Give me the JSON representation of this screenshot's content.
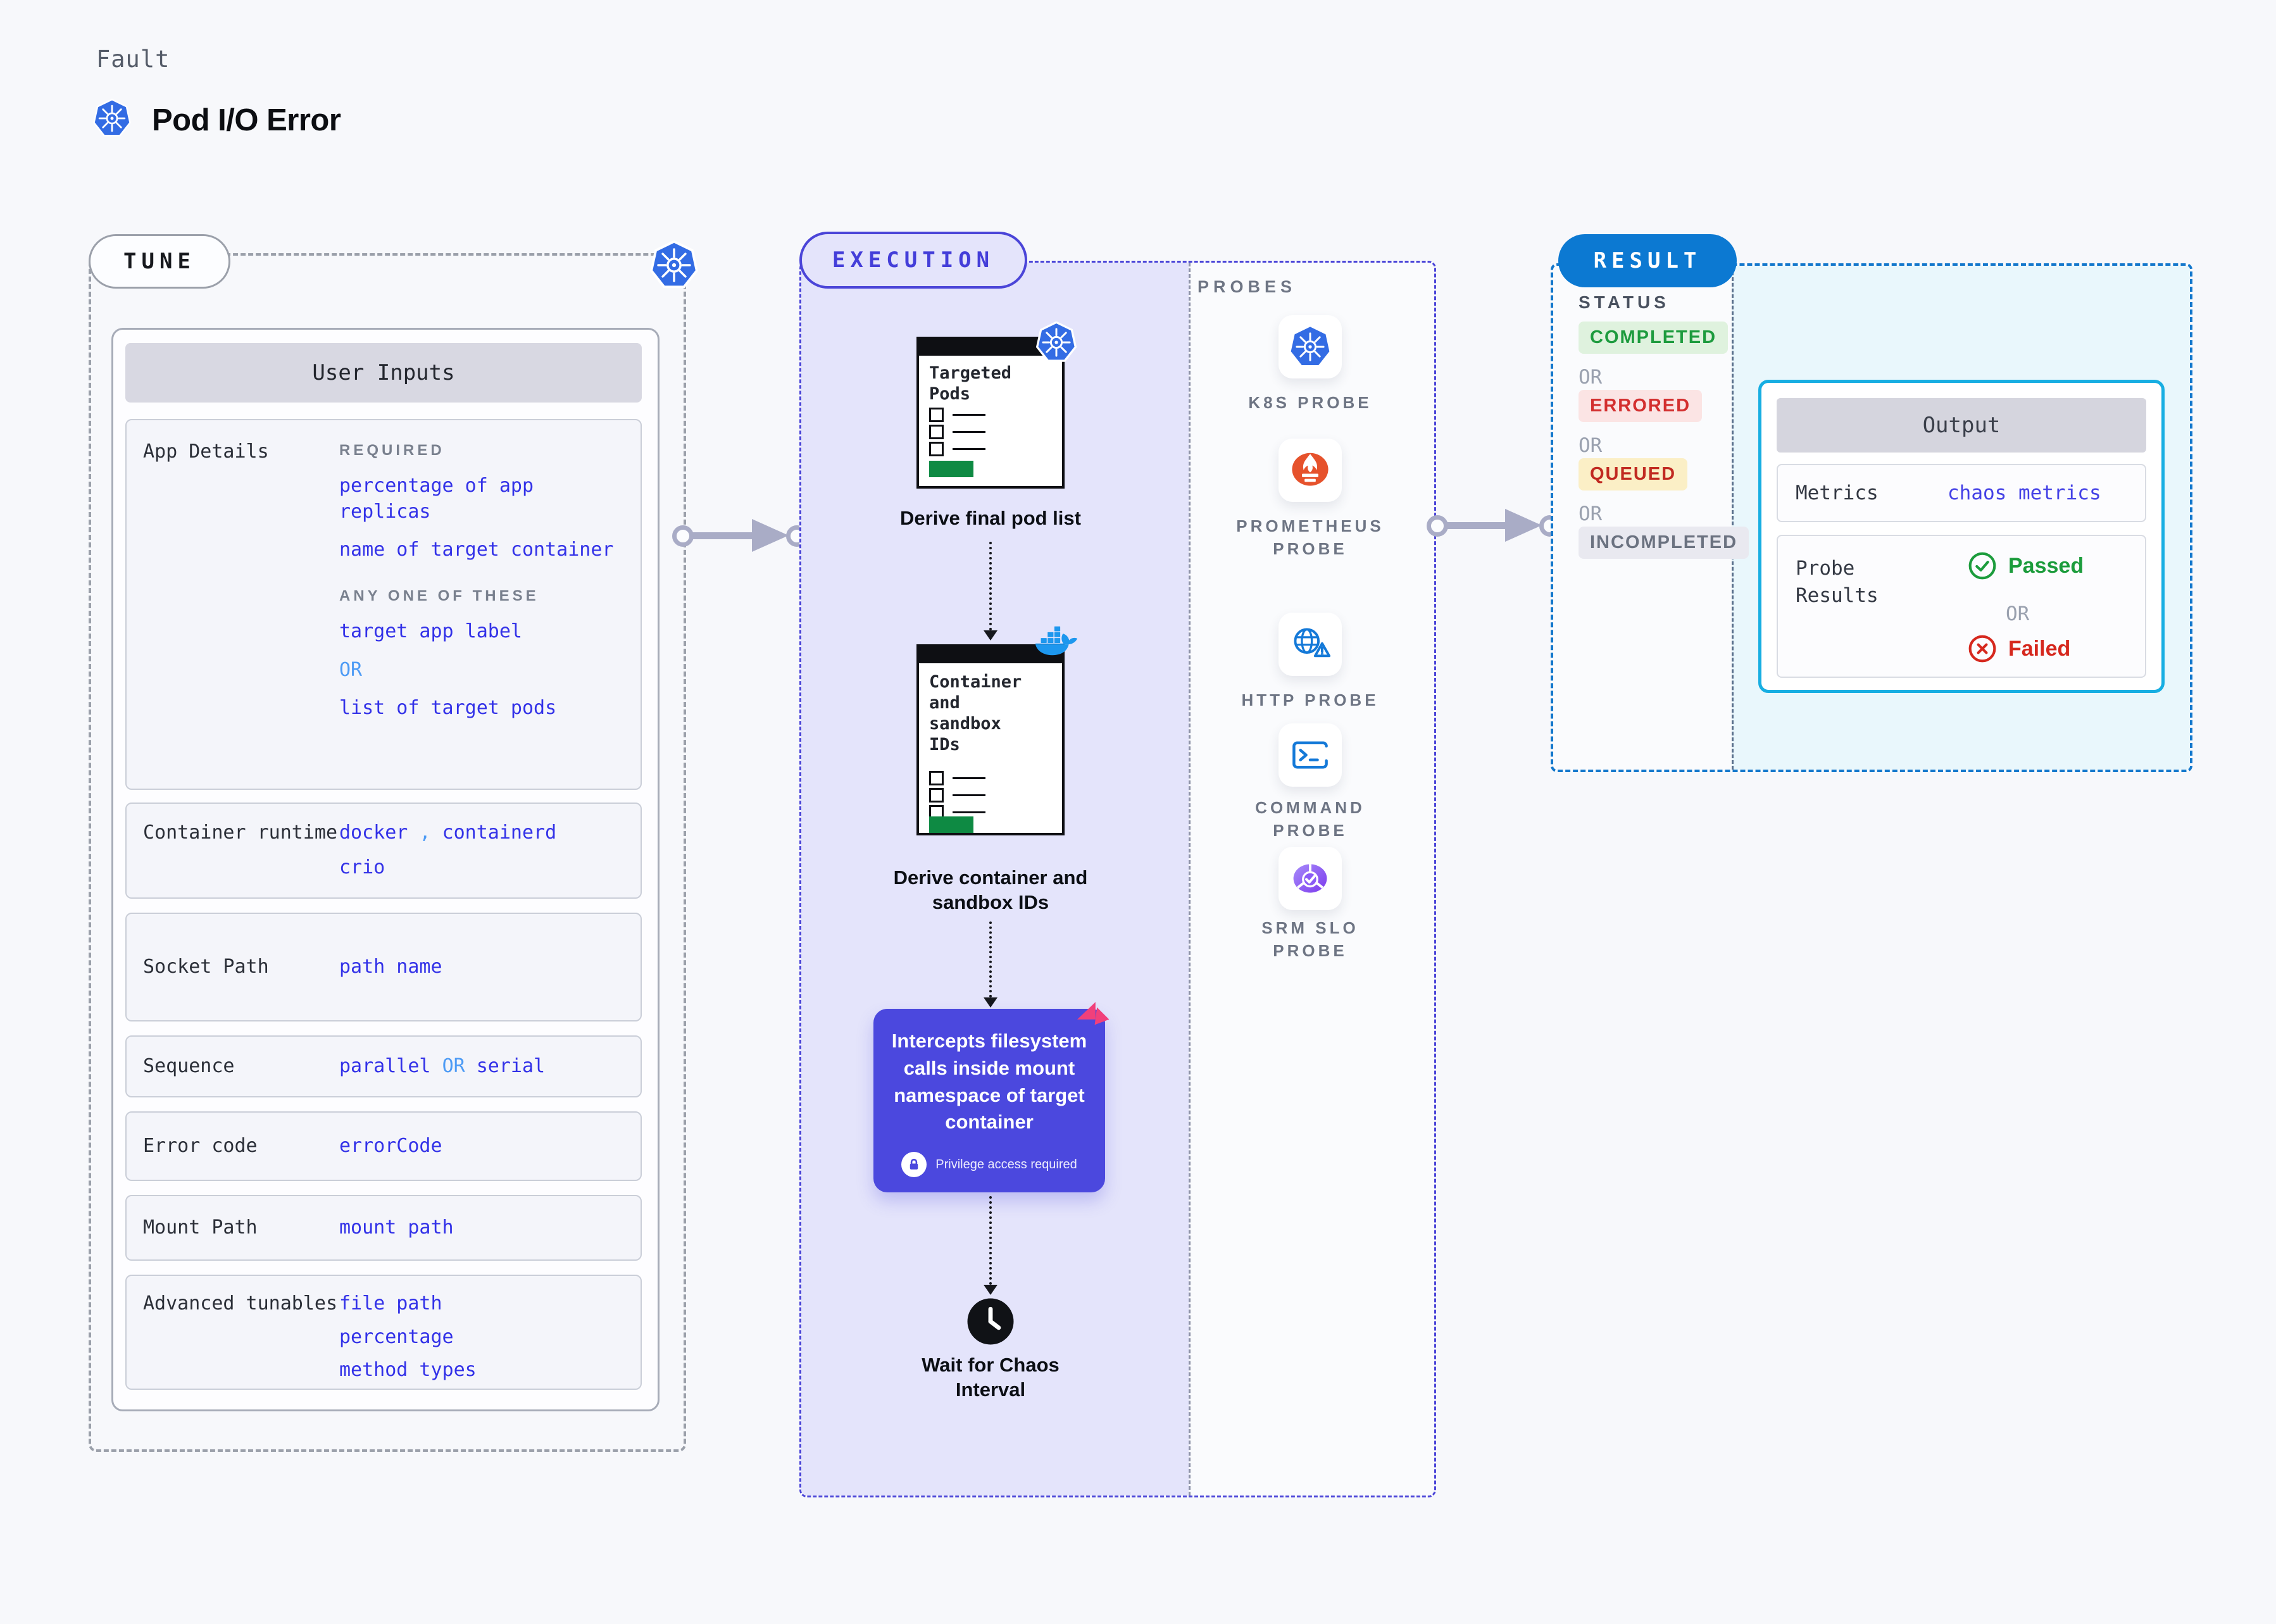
{
  "header": {
    "eyebrow": "Fault",
    "title": "Pod I/O Error"
  },
  "tune": {
    "badge": "TUNE",
    "panel_title": "User Inputs",
    "app_details": {
      "label": "App Details",
      "required_heading": "REQUIRED",
      "required_items": [
        "percentage of app replicas",
        "name of target container"
      ],
      "any_heading": "ANY ONE OF THESE",
      "any_first": "target app label",
      "or": "OR",
      "any_second": "list of target pods"
    },
    "container_runtime": {
      "label": "Container runtime",
      "value_1": "docker",
      "separator": ",",
      "value_2": "containerd",
      "value_3": "crio"
    },
    "socket_path": {
      "label": "Socket Path",
      "value": "path name"
    },
    "sequence": {
      "label": "Sequence",
      "value_1": "parallel",
      "or": "OR",
      "value_2": "serial"
    },
    "error_code": {
      "label": "Error code",
      "value": "errorCode"
    },
    "mount_path": {
      "label": "Mount Path",
      "value": "mount path"
    },
    "advanced_tunables": {
      "label": "Advanced tunables",
      "values": [
        "file path",
        "percentage",
        "method types"
      ]
    }
  },
  "execution": {
    "badge": "EXECUTION",
    "step_1": {
      "card_title": "Targeted Pods",
      "caption": "Derive final pod list"
    },
    "step_2": {
      "card_title": "Container and sandbox IDs",
      "caption": "Derive container and sandbox IDs"
    },
    "intercept": {
      "text": "Intercepts filesystem calls inside mount namespace of target container",
      "badge": "Privilege access required"
    },
    "wait_caption": "Wait for Chaos Interval"
  },
  "probes": {
    "label": "PROBES",
    "items": [
      {
        "name": "K8S PROBE",
        "icon": "kubernetes-icon"
      },
      {
        "name": "PROMETHEUS PROBE",
        "icon": "prometheus-icon"
      },
      {
        "name": "HTTP PROBE",
        "icon": "http-globe-warning-icon"
      },
      {
        "name": "COMMAND PROBE",
        "icon": "terminal-icon"
      },
      {
        "name": "SRM SLO PROBE",
        "icon": "slo-donut-check-icon"
      }
    ]
  },
  "result": {
    "badge": "RESULT",
    "status_label": "STATUS",
    "or": "OR",
    "statuses": [
      {
        "label": "COMPLETED",
        "type": "completed"
      },
      {
        "label": "ERRORED",
        "type": "errored"
      },
      {
        "label": "QUEUED",
        "type": "queued"
      },
      {
        "label": "INCOMPLETED",
        "type": "incompleted"
      }
    ],
    "output": {
      "title": "Output",
      "metrics_label": "Metrics",
      "metrics_value": "chaos metrics",
      "probe_results_label": "Probe Results",
      "passed": "Passed",
      "or": "OR",
      "failed": "Failed"
    }
  },
  "colors": {
    "value_blue": "#3332E8",
    "light_blue": "#4D9BF5",
    "execution_indigo": "#4B45D8",
    "execution_fill": "#E4E4FB",
    "result_blue": "#0C79D2",
    "result_fill": "#E9F7FC",
    "completed_green": "#1D9B3E",
    "errored_red": "#D32F2F",
    "queued_amber_bg": "#FBEFC6",
    "purple_box": "#4B48DE",
    "green_button": "#0E8A43",
    "prometheus_orange": "#E6522C",
    "docker_blue": "#1D97EE",
    "kubernetes_blue": "#336CE4"
  }
}
